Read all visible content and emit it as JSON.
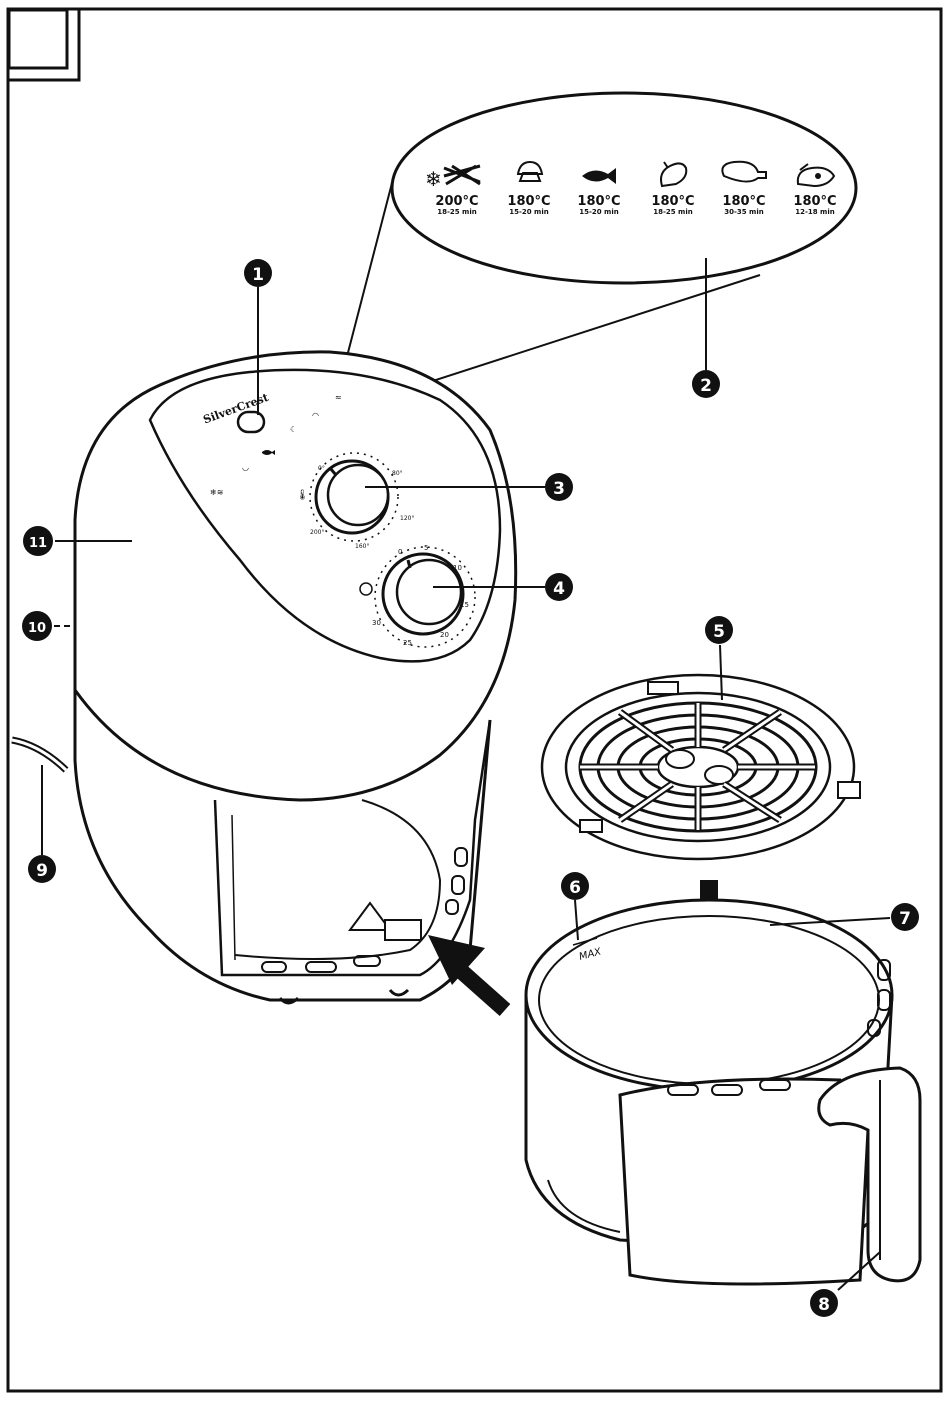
{
  "page_marker": "",
  "brand": "SilverCrest",
  "max_mark": "MAX",
  "callouts": [
    {
      "id": "c1",
      "label": "1"
    },
    {
      "id": "c2",
      "label": "2"
    },
    {
      "id": "c3",
      "label": "3"
    },
    {
      "id": "c4",
      "label": "4"
    },
    {
      "id": "c5",
      "label": "5"
    },
    {
      "id": "c6",
      "label": "6"
    },
    {
      "id": "c7",
      "label": "7"
    },
    {
      "id": "c8",
      "label": "8"
    },
    {
      "id": "c9",
      "label": "9"
    },
    {
      "id": "c10",
      "label": "10"
    },
    {
      "id": "c11",
      "label": "11"
    }
  ],
  "presets": [
    {
      "food": "frozen-fries",
      "icon": "snowflake-fries-icon",
      "temp": "200°C",
      "time": "18-25 min"
    },
    {
      "food": "muffin",
      "icon": "muffin-icon",
      "temp": "180°C",
      "time": "15-20 min"
    },
    {
      "food": "fish",
      "icon": "fish-icon",
      "temp": "180°C",
      "time": "15-20 min"
    },
    {
      "food": "meat",
      "icon": "meat-icon",
      "temp": "180°C",
      "time": "18-25 min"
    },
    {
      "food": "chicken",
      "icon": "chicken-leg-icon",
      "temp": "180°C",
      "time": "30-35 min"
    },
    {
      "food": "shrimp",
      "icon": "shrimp-icon",
      "temp": "180°C",
      "time": "12-18 min"
    }
  ],
  "temp_dial": {
    "marks": [
      "0°",
      "80°",
      "120°",
      "160°",
      "200°"
    ]
  },
  "timer_dial": {
    "marks": [
      "0",
      "5",
      "10",
      "15",
      "20",
      "25",
      "30"
    ]
  }
}
